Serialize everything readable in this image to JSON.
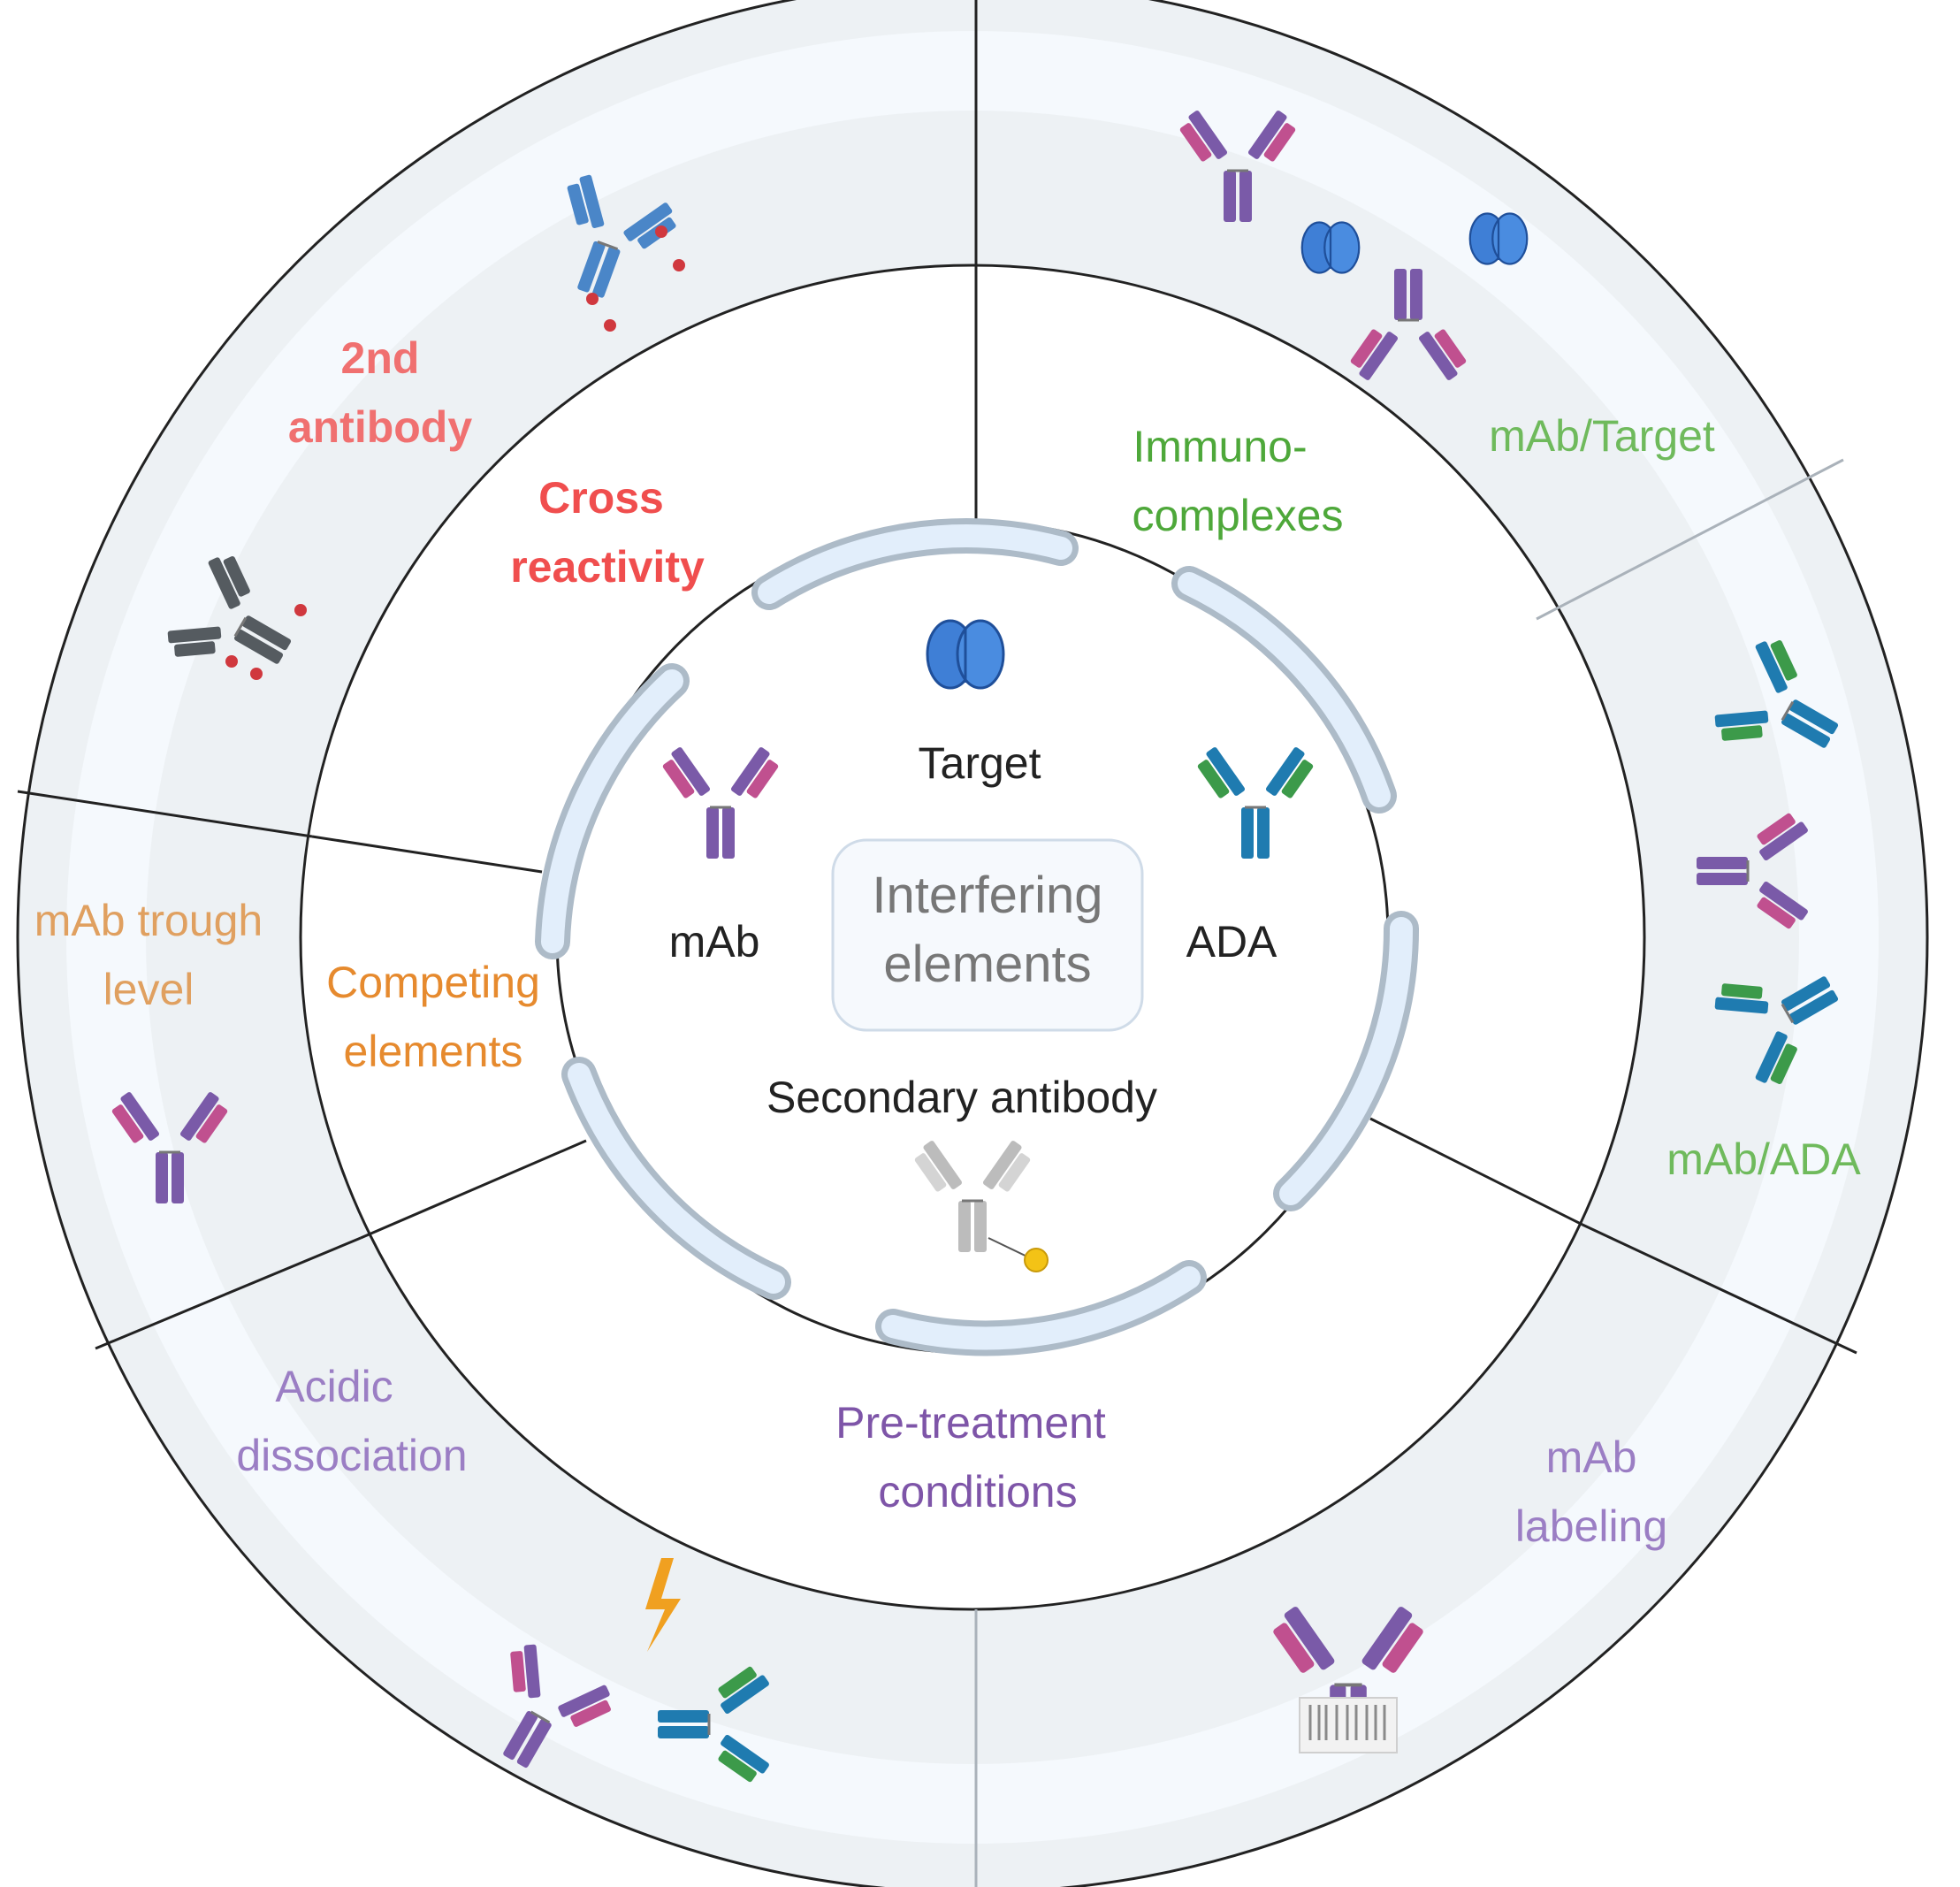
{
  "center": {
    "title_line1": "Interfering",
    "title_line2": "elements",
    "items": {
      "target": "Target",
      "mab": "mAb",
      "ada": "ADA",
      "secondary": "Secondary antibody"
    }
  },
  "categories": {
    "cross_reactivity": {
      "line1": "Cross",
      "line2": "reactivity",
      "color": "#f04e4e"
    },
    "immunocomplexes": {
      "line1": "Immuno-",
      "line2": "complexes",
      "color": "#4ea83a"
    },
    "competing": {
      "line1": "Competing",
      "line2": "elements",
      "color": "#e68a2e"
    },
    "pretreatment": {
      "line1": "Pre-treatment",
      "line2": "conditions",
      "color": "#7e55a8"
    }
  },
  "outer": {
    "second_antibody": {
      "line1": "2nd",
      "line2": "antibody",
      "color": "#f07070"
    },
    "mab_target": {
      "text": "mAb/Target",
      "color": "#6fba5c"
    },
    "mab_ada": {
      "text": "mAb/ADA",
      "color": "#6fba5c"
    },
    "mab_labeling": {
      "line1": "mAb",
      "line2": "labeling",
      "color": "#9b7ec4"
    },
    "acidic": {
      "line1": "Acidic",
      "line2": "dissociation",
      "color": "#9b7ec4"
    },
    "trough": {
      "line1": "mAb trough",
      "line2": "level",
      "color": "#e0a060"
    }
  },
  "icons": [
    "antibody-icon",
    "target-protein-icon",
    "lightning-icon",
    "barcode-icon",
    "gold-label-icon",
    "star-epitope-icon"
  ],
  "colors": {
    "ring_fill": "#edf1f4",
    "ring_inner_fill": "#f5f9fd",
    "membrane_fill": "#e2eefb",
    "membrane_stroke": "#adbbc8",
    "divider": "#222222",
    "mab_heavy": "#7a5aa8",
    "mab_light": "#c0508f",
    "ada_heavy": "#1f7bb0",
    "ada_light": "#3c9a4a",
    "target": "#3f7fd6"
  }
}
